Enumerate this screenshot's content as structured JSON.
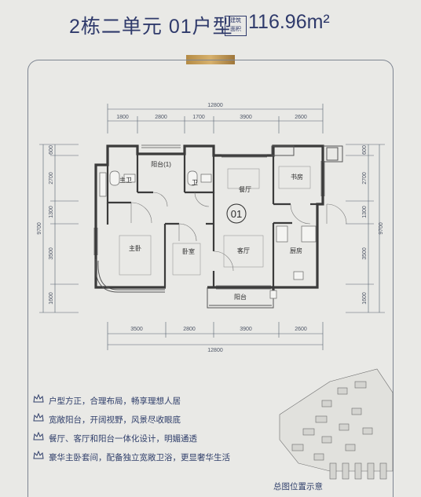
{
  "header": {
    "title": "2栋二单元 01户型",
    "badge_line1": "建筑",
    "badge_line2": "面积",
    "area": "116.96m²"
  },
  "plan": {
    "unit_label": "01",
    "top_total": "12800",
    "top_dims": [
      "1800",
      "2800",
      "1700",
      "3900",
      "2600"
    ],
    "bottom_total": "12800",
    "bottom_dims": [
      "3500",
      "2800",
      "3900",
      "2600"
    ],
    "left_total": "9700",
    "left_dims": [
      "600",
      "2700",
      "1300",
      "3500",
      "1600"
    ],
    "right_total": "9700",
    "right_dims": [
      "600",
      "2700",
      "1300",
      "3500",
      "1600"
    ],
    "rooms": {
      "balcony1": "阳台(1)",
      "master_bath": "主卫",
      "bath": "卫",
      "dining": "餐厅",
      "study": "书房",
      "master_bedroom": "主卧",
      "bedroom": "卧室",
      "living": "客厅",
      "kitchen": "厨房",
      "balcony": "阳台"
    }
  },
  "features": [
    "户型方正，合理布局，畅享理想人居",
    "宽敞阳台，开阔视野，风景尽收眼底",
    "餐厅、客厅和阳台一体化设计，明媚通透",
    "豪华主卧套间，配备独立宽敞卫浴，更显奢华生活"
  ],
  "site_map_caption": "总图位置示意",
  "colors": {
    "accent": "#2f3a6b",
    "gold": "#c49a55",
    "background": "#e9e9e6"
  }
}
